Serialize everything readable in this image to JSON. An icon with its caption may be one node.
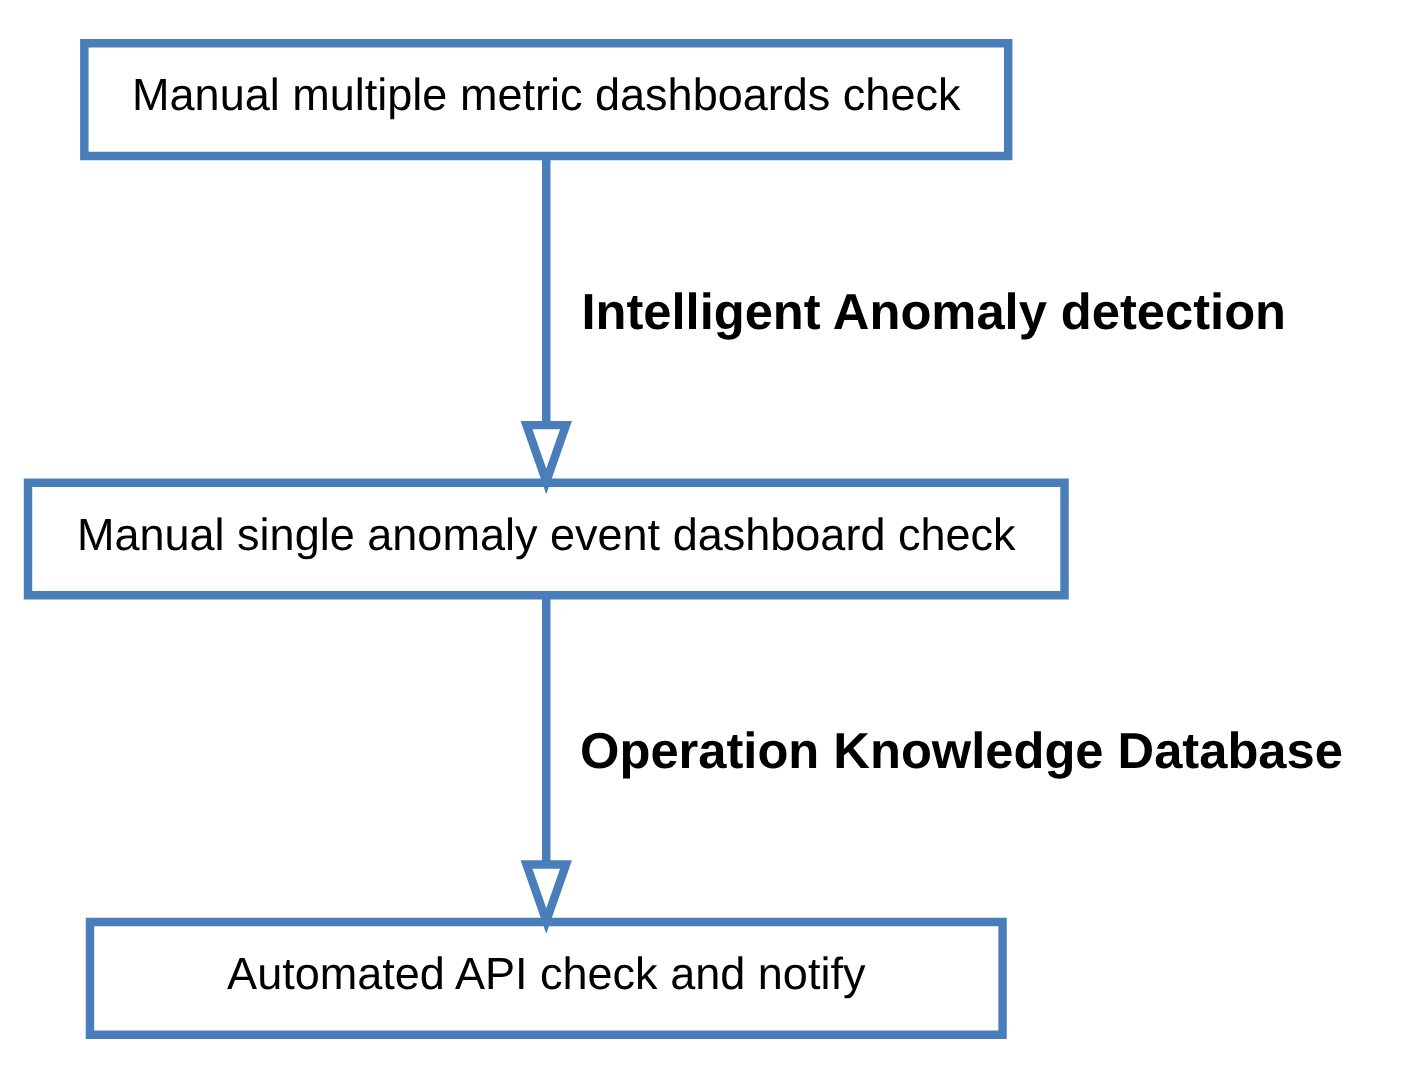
{
  "diagram": {
    "nodes": [
      {
        "text": [
          "Manual multiple metric dashboards check"
        ]
      },
      {
        "text": [
          "Manual single anomaly event dashboard check"
        ]
      },
      {
        "text": [
          "Automated API check and notify"
        ]
      }
    ],
    "edges": [
      {
        "from": 0,
        "to": 1,
        "arrow": "to",
        "label": "Intelligent Anomaly detection"
      },
      {
        "from": 1,
        "to": 2,
        "arrow": "to",
        "label": "Operation Knowledge Database"
      }
    ]
  }
}
